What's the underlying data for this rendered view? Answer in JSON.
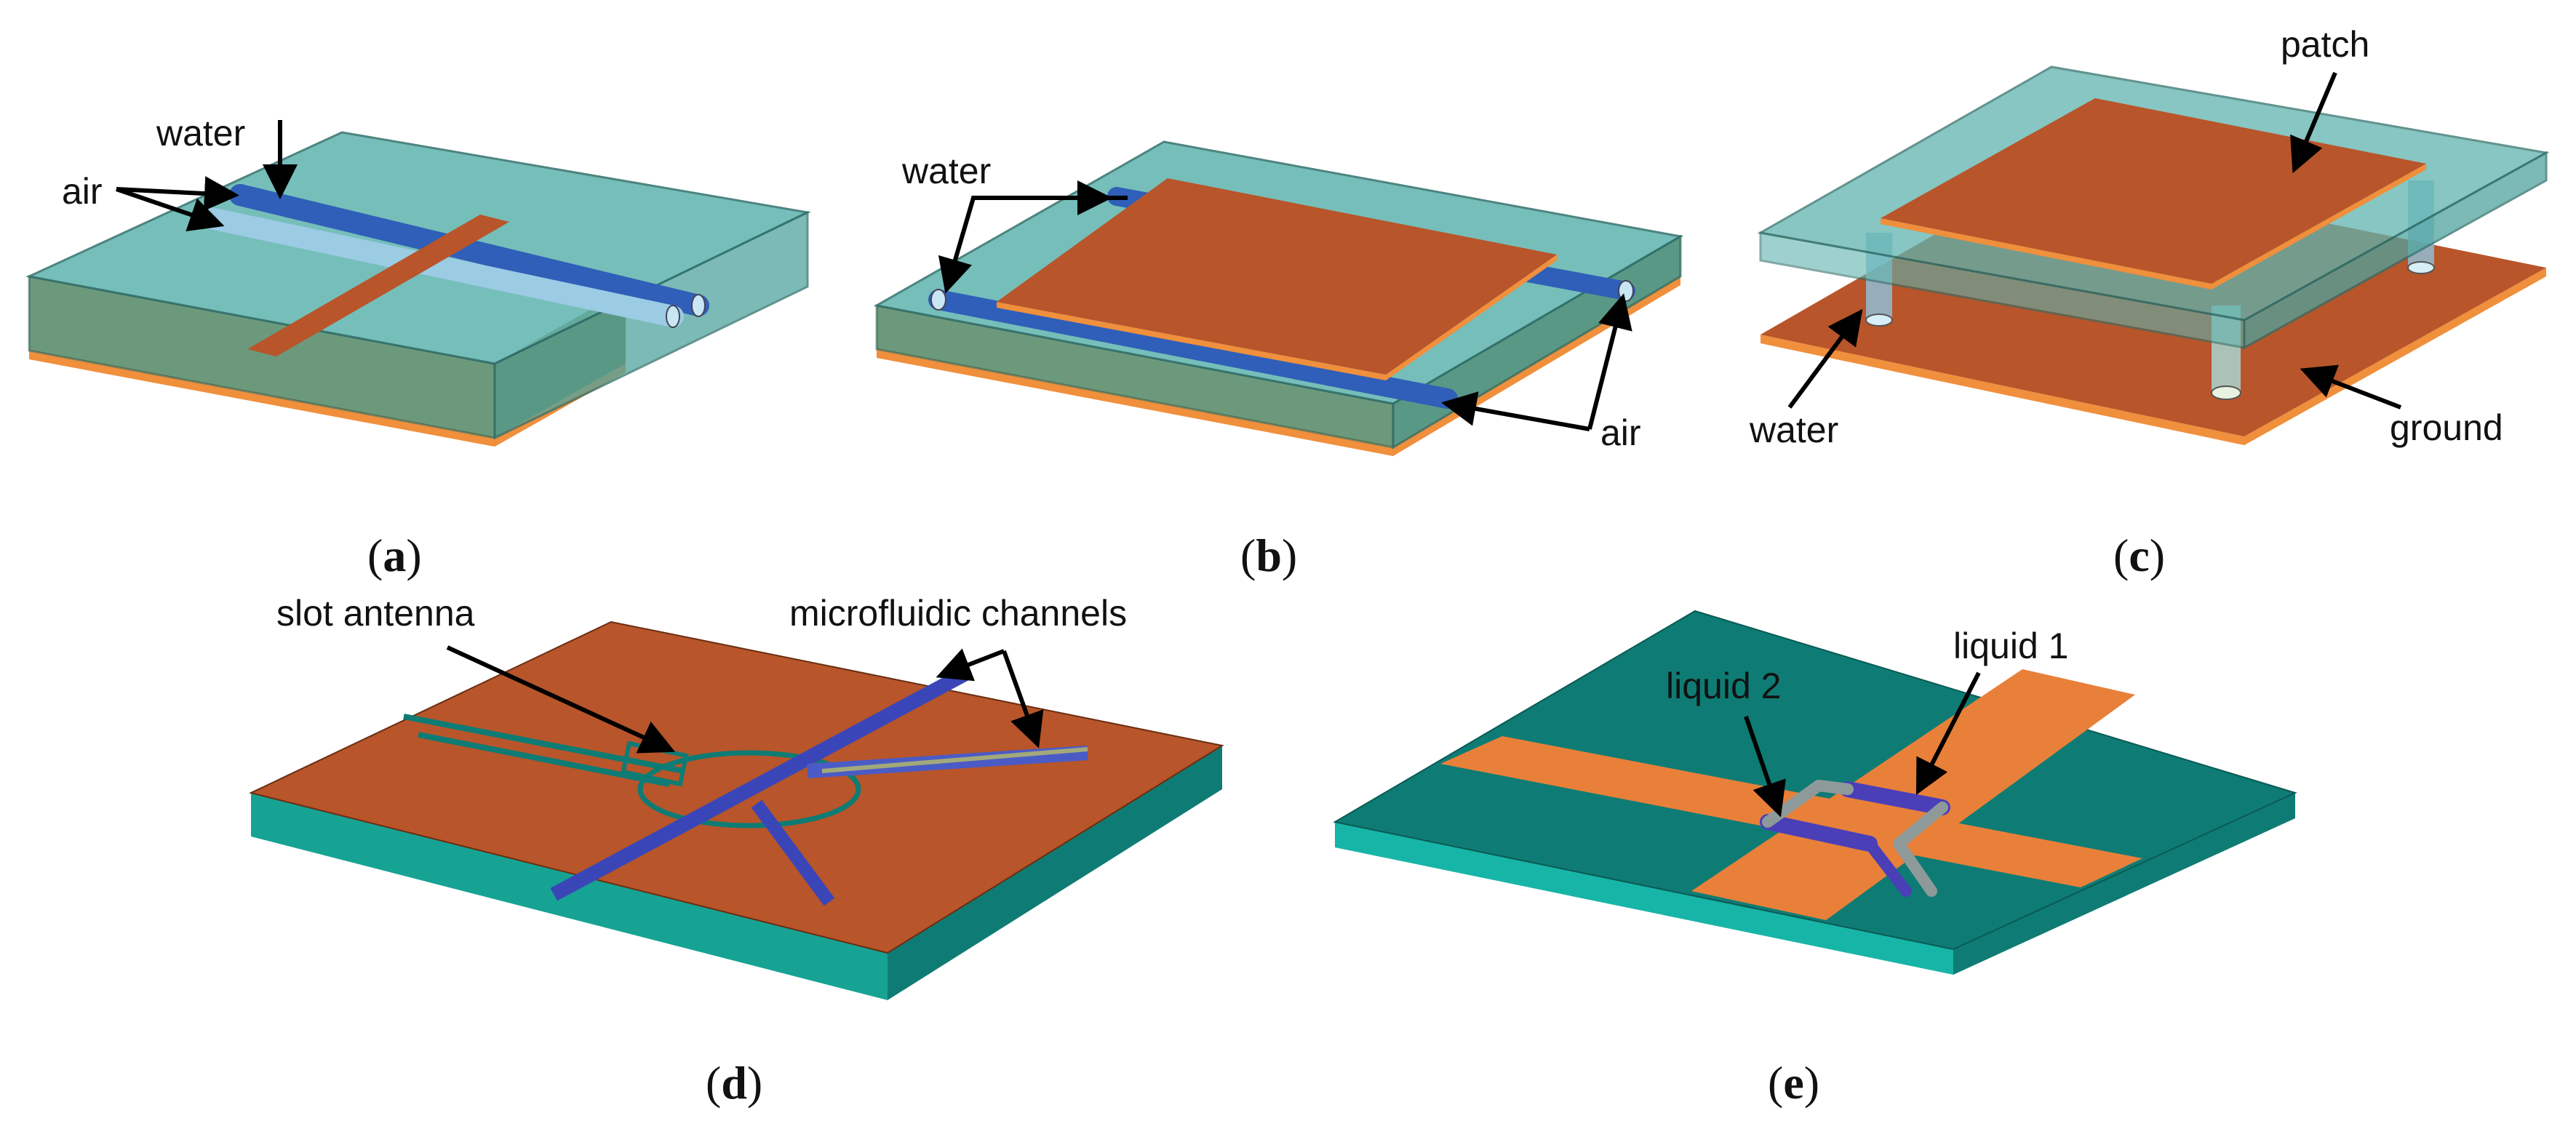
{
  "panels": {
    "a": {
      "caption": "a",
      "labels": {
        "water": "water",
        "air": "air"
      }
    },
    "b": {
      "caption": "b",
      "labels": {
        "water": "water",
        "air": "air"
      }
    },
    "c": {
      "caption": "c",
      "labels": {
        "patch": "patch",
        "water": "water",
        "ground": "ground"
      }
    },
    "d": {
      "caption": "d",
      "labels": {
        "slot_antenna": "slot antenna",
        "channels": "microfluidic channels"
      }
    },
    "e": {
      "caption": "e",
      "labels": {
        "liquid1": "liquid 1",
        "liquid2": "liquid 2"
      }
    }
  },
  "colors": {
    "copper": "#B8552A",
    "copper_light": "#F08F3C",
    "glass": "#5FB3AE",
    "substrate_olive": "#706B2A",
    "teal": "#0E7C74",
    "teal_side": "#17B5A7",
    "water_channel": "#8EC3DE",
    "air_channel": "#2F5FB8",
    "liquid_blue": "#4B3FB8",
    "liquid_gray": "#8E9A9A"
  }
}
